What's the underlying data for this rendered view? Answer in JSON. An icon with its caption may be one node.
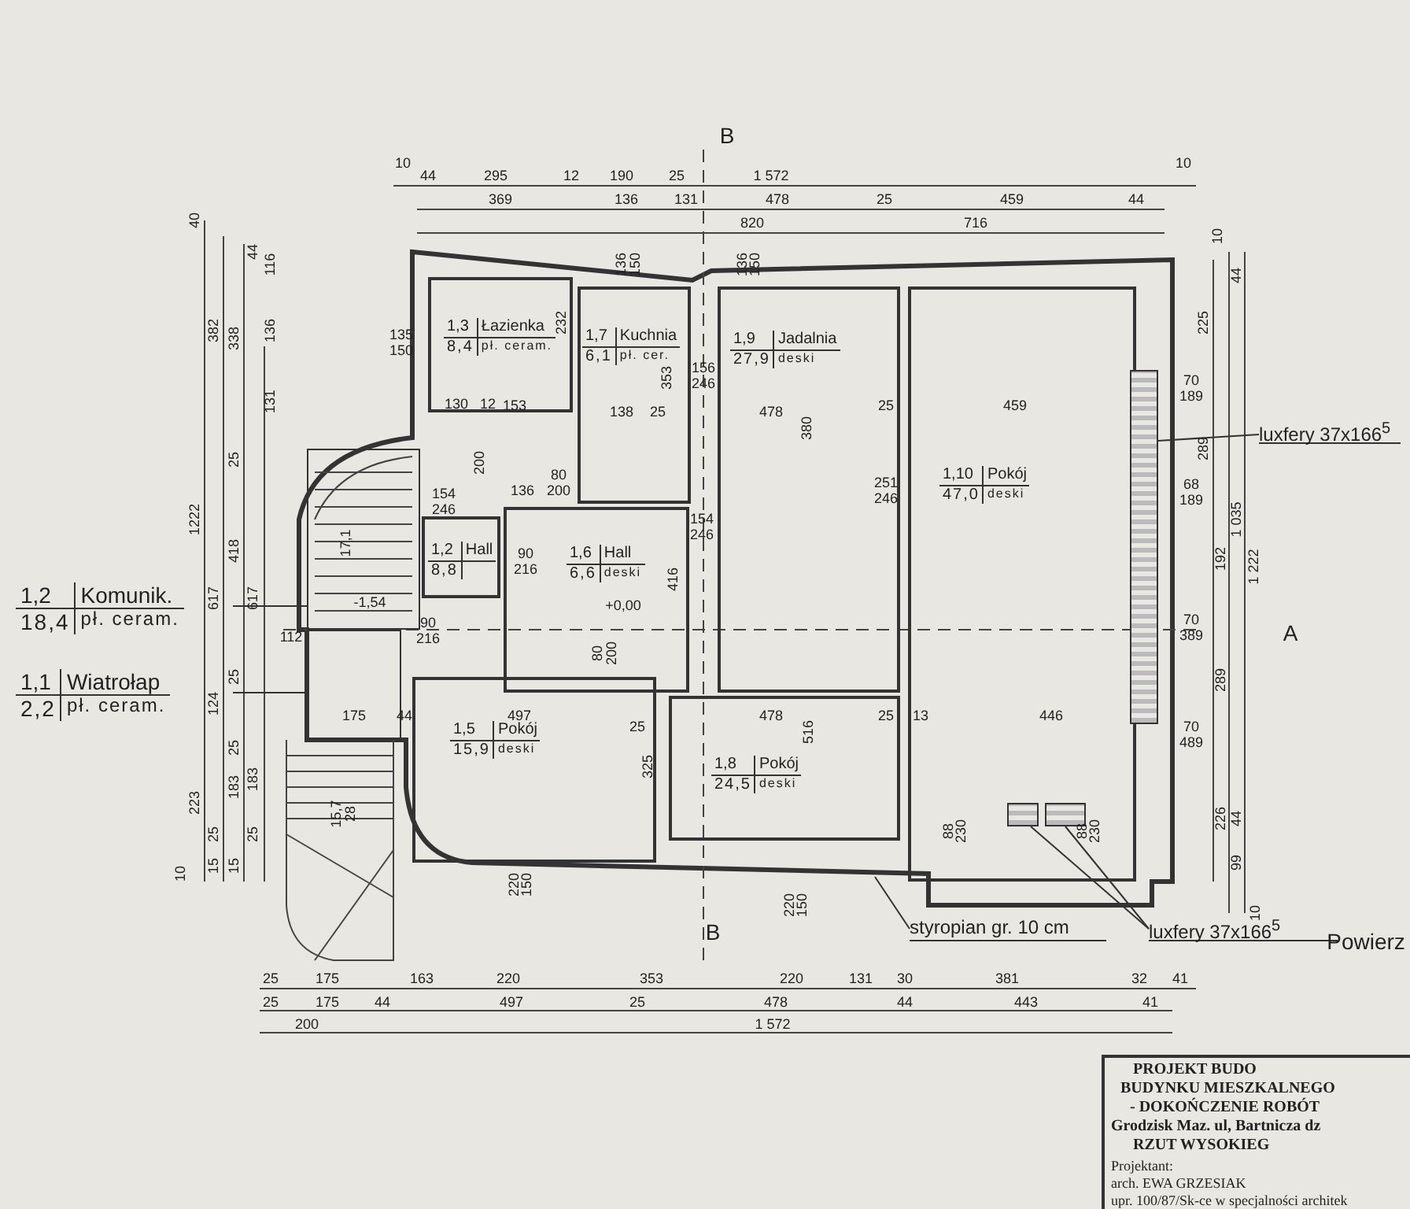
{
  "diagram": {
    "nodes": [
      {
        "text": [
          "1,3",
          "Łazienka",
          "8,4",
          "pł. ceram."
        ]
      },
      {
        "text": [
          "1,7",
          "Kuchnia",
          "6,1",
          "pł. cer."
        ]
      },
      {
        "text": [
          "1,9",
          "Jadalnia",
          "27,9",
          "deski"
        ]
      },
      {
        "text": [
          "1,10",
          "Pokój",
          "47,0",
          "deski"
        ]
      },
      {
        "text": [
          "1,2",
          "Hall",
          "8,8"
        ]
      },
      {
        "text": [
          "1,6",
          "Hall",
          "6,6",
          "deski"
        ]
      },
      {
        "text": [
          "1,2",
          "Komunik.",
          "18,4",
          "pł. ceram."
        ]
      },
      {
        "text": [],
        "shape": "box"
      },
      {
        "text": [
          "1,1",
          "Wiatrołap",
          "2,2",
          "pł. ceram."
        ]
      },
      {
        "text": [],
        "shape": "box"
      },
      {
        "text": [
          "1,5",
          "Pokój",
          "15,9",
          "deski"
        ]
      },
      {
        "text": [
          "1,8",
          "Pokój",
          "24,5",
          "deski"
        ]
      },
      {
        "text": [
          "luxfery 37x166$^{5}$"
        ]
      },
      {
        "text": [],
        "shape": "box"
      },
      {
        "text": [
          "styropian gr. 10 cm"
        ]
      },
      {
        "text": [
          "luxfery 37x166$^{5}$"
        ]
      },
      {
        "text": [],
        "shape": "box",
        "in": 3
      },
      {
        "text": [],
        "shape": "box",
        "in": 3
      }
    ],
    "edges": [
      {
        "from": 6,
        "to": 7,
        "arrow": "none"
      },
      {
        "from": 8,
        "to": 9,
        "arrow": "none"
      },
      {
        "from": 12,
        "to": 13,
        "arrow": "none"
      },
      {
        "from": 14,
        "to": null,
        "arrow": "none"
      },
      {
        "from": 15,
        "to": 16,
        "arrow": "none"
      },
      {
        "from": 15,
        "to": 17,
        "arrow": "none"
      }
    ],
    "labels": [
      "10",
      "44",
      "295",
      "12",
      "190",
      "25",
      "1 572",
      "10",
      "369",
      "136",
      "131",
      "478",
      "25",
      "459",
      "44",
      "820",
      "716",
      "40",
      "382",
      "338",
      "44",
      "116",
      "136",
      "131",
      "25",
      "1222",
      "617",
      "418",
      "617",
      "25",
      "124",
      "25",
      "223",
      "183",
      "183",
      "25",
      "25",
      "15",
      "15",
      "10",
      "10",
      "44",
      "225",
      "70",
      "189",
      "289",
      "68",
      "189",
      "1 035",
      "1 222",
      "192",
      "70",
      "389",
      "289",
      "70",
      "489",
      "226",
      "44",
      "99",
      "10",
      "25",
      "175",
      "163",
      "220",
      "353",
      "220",
      "131",
      "30",
      "381",
      "32",
      "41",
      "25",
      "175",
      "44",
      "497",
      "25",
      "478",
      "44",
      "443",
      "41",
      "200",
      "1 572",
      "135",
      "150",
      "232",
      "136",
      "150",
      "136",
      "150",
      "130",
      "12",
      "153",
      "138",
      "25",
      "353",
      "156",
      "246",
      "154",
      "246",
      "200",
      "136",
      "80",
      "200",
      "154",
      "246",
      "90",
      "216",
      "416",
      "+0,00",
      "478",
      "380",
      "25",
      "459",
      "251",
      "246",
      "17,1",
      "-1,54",
      "112",
      "90",
      "216",
      "80",
      "200",
      "175",
      "44",
      "497",
      "25",
      "325",
      "220",
      "150",
      "478",
      "516",
      "25",
      "13",
      "446",
      "220",
      "150",
      "15,7",
      "28",
      "88",
      "230",
      "88",
      "230",
      "B",
      "B",
      "A",
      "Powierz",
      "PROJEKT BUDO",
      "BUDYNKU MIESZKALNEGO",
      "- DOKOŃCZENIE ROBÓT",
      "Grodzisk Maz. ul, Bartnicza dz",
      "RZUT WYSOKIEG",
      "Projektant:",
      "arch. EWA GRZESIAK",
      "upr. 100/87/Sk-ce w specjalności architek"
    ]
  }
}
